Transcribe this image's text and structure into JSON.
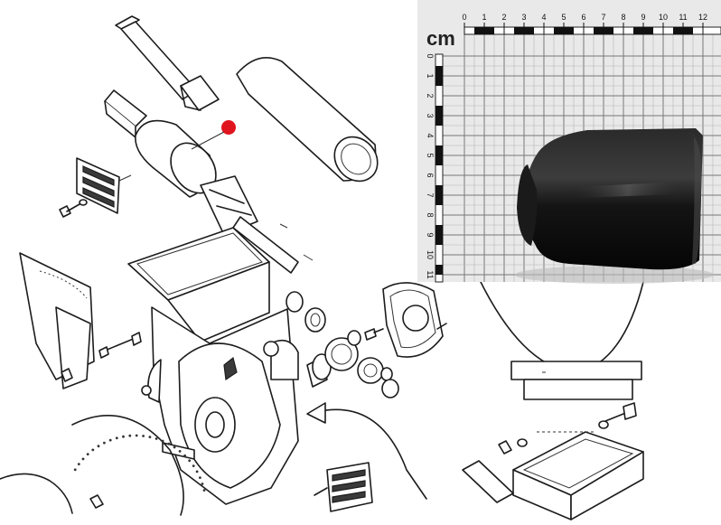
{
  "photo": {
    "unit_label": "cm",
    "top_scale": [
      "0",
      "1",
      "2",
      "3",
      "4",
      "5",
      "6",
      "7",
      "8",
      "9",
      "10",
      "11",
      "12"
    ],
    "left_scale": [
      "0",
      "1",
      "2",
      "3",
      "4",
      "5",
      "6",
      "7",
      "8",
      "9",
      "10",
      "11"
    ]
  },
  "marker_color": "#e0141e",
  "part_description": "black rubber cap / sleeve shown in photo"
}
